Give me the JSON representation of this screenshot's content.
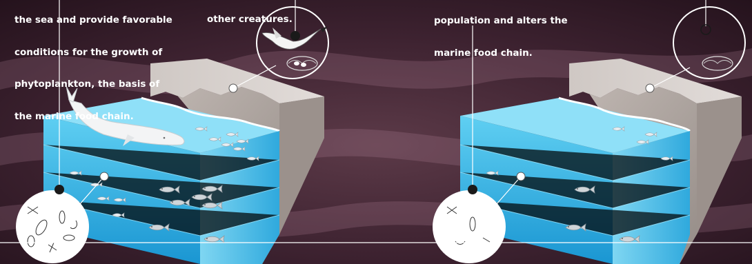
{
  "left_text": {
    "lines": [
      "the sea and provide favorable",
      "conditions for the growth of",
      "phytoplankton, the basis of",
      "the marine food chain."
    ]
  },
  "middle_text": {
    "lines": [
      "other creatures."
    ]
  },
  "right_text": {
    "lines": [
      "population and alters the",
      "marine food chain."
    ]
  },
  "colors": {
    "background": "#3b1f2c",
    "water_top": "#52c6ee",
    "water_deep": "#1f9fd8",
    "cliff": "#aaa09a",
    "cliff_top": "#d4cecb",
    "whale": "#f2f2f2",
    "fish": "#c9d0d4"
  },
  "icons": [
    "phytoplankton-icon",
    "seabird-nest-icon",
    "empty-nest-icon",
    "whale-icon",
    "fish-icon",
    "krill-icon"
  ]
}
